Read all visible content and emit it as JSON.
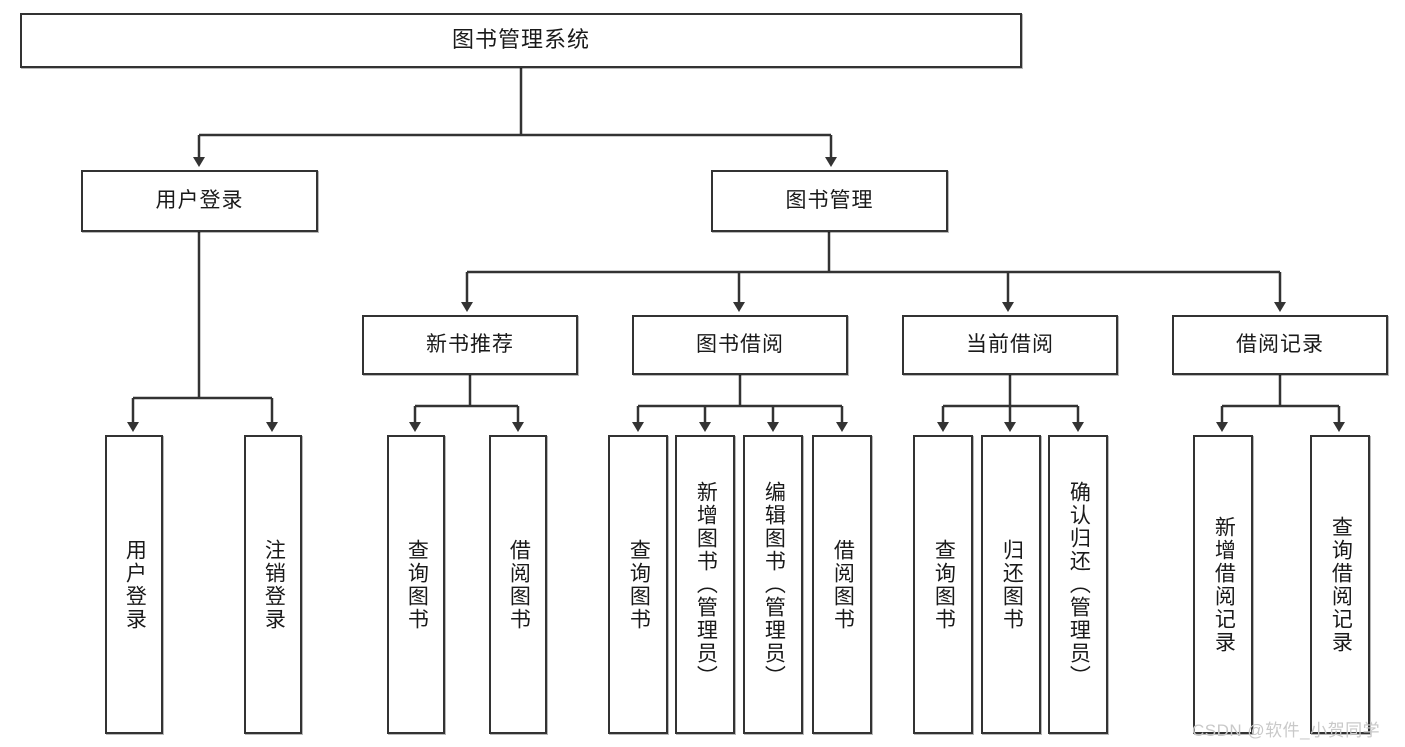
{
  "diagram": {
    "title": "图书管理系统",
    "watermark": "CSDN @软件_小贺同学",
    "line_color": "#333333",
    "box_fill": "#ffffff",
    "text_color": "#1a1a1a",
    "nodes": {
      "root": {
        "label": "图书管理系统"
      },
      "level2": [
        {
          "id": "user-login",
          "label": "用户登录"
        },
        {
          "id": "book-manage",
          "label": "图书管理"
        }
      ],
      "level3": [
        {
          "id": "new-book-rec",
          "label": "新书推荐"
        },
        {
          "id": "book-borrow",
          "label": "图书借阅"
        },
        {
          "id": "current-borrow",
          "label": "当前借阅"
        },
        {
          "id": "borrow-record",
          "label": "借阅记录"
        }
      ],
      "leaves": [
        {
          "id": "leaf-user-login",
          "label": "用户登录",
          "parent": "user-login"
        },
        {
          "id": "leaf-user-logout",
          "label": "注销登录",
          "parent": "user-login"
        },
        {
          "id": "leaf-query-book-1",
          "label": "查询图书",
          "parent": "new-book-rec"
        },
        {
          "id": "leaf-borrow-book-1",
          "label": "借阅图书",
          "parent": "new-book-rec"
        },
        {
          "id": "leaf-query-book-2",
          "label": "查询图书",
          "parent": "book-borrow"
        },
        {
          "id": "leaf-add-book",
          "label": "新增图书（管理员）",
          "parent": "book-borrow"
        },
        {
          "id": "leaf-edit-book",
          "label": "编辑图书（管理员）",
          "parent": "book-borrow"
        },
        {
          "id": "leaf-borrow-book-2",
          "label": "借阅图书",
          "parent": "book-borrow"
        },
        {
          "id": "leaf-query-book-3",
          "label": "查询图书",
          "parent": "current-borrow"
        },
        {
          "id": "leaf-return-book",
          "label": "归还图书",
          "parent": "current-borrow"
        },
        {
          "id": "leaf-confirm-return",
          "label": "确认归还（管理员）",
          "parent": "current-borrow"
        },
        {
          "id": "leaf-add-record",
          "label": "新增借阅记录",
          "parent": "borrow-record"
        },
        {
          "id": "leaf-query-record",
          "label": "查询借阅记录",
          "parent": "borrow-record"
        }
      ]
    }
  }
}
